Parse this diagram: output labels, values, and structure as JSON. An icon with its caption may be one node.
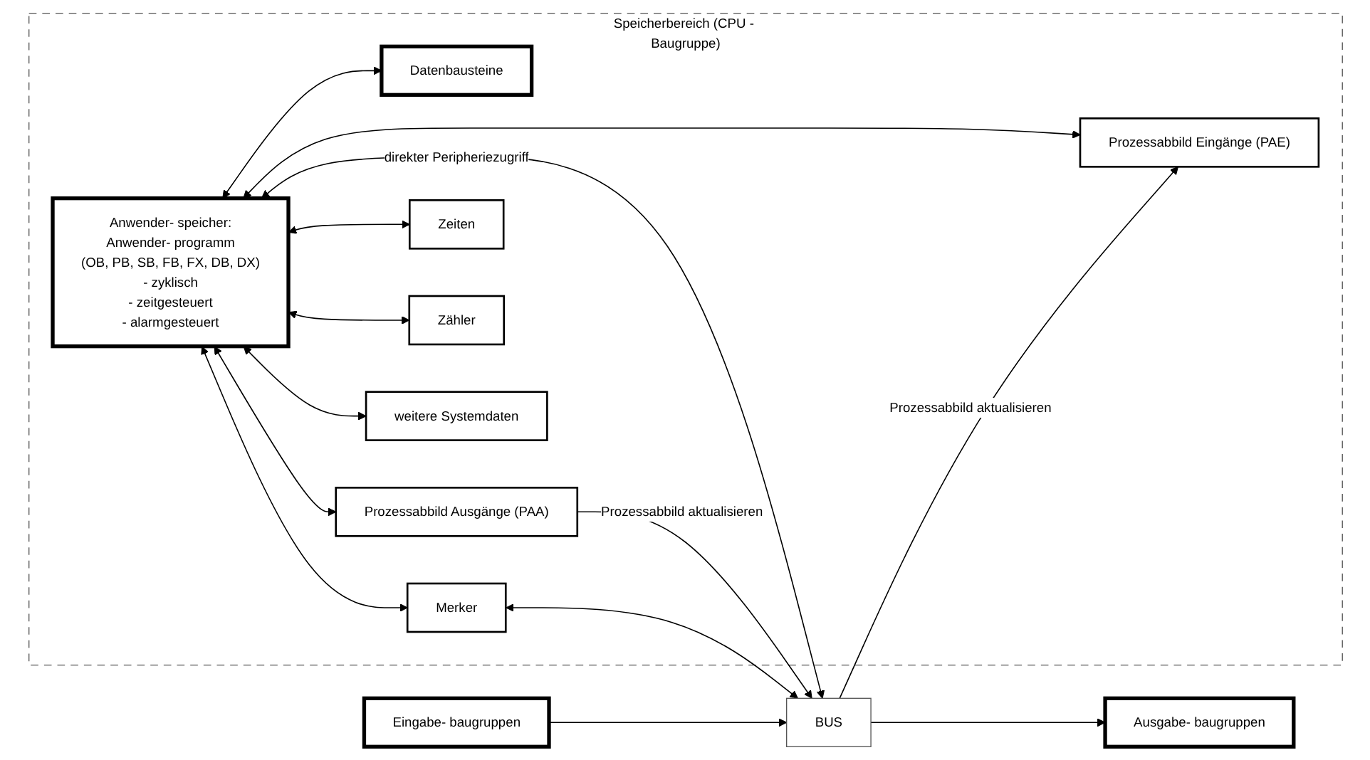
{
  "diagram": {
    "nodes": [
      {
        "text": [
          "Speicherbereich (CPU - Baugruppe)"
        ]
      },
      {
        "text": [
          "Anwender- speicher:",
          "Anwender- programm",
          "(OB, PB, SB, FB, FX, DB, DX)",
          "- zyklisch",
          "- zeitgesteuert",
          "- alarmgesteuert"
        ],
        "in": 0
      },
      {
        "text": [
          "Datenbausteine"
        ],
        "in": 0
      },
      {
        "text": [
          "Prozessabbild Eingänge (PAE)"
        ],
        "in": 0
      },
      {
        "text": [
          "Prozessabbild Ausgänge (PAA)"
        ],
        "in": 0
      },
      {
        "text": [
          "Merker"
        ],
        "in": 0
      },
      {
        "text": [
          "Zeiten"
        ],
        "in": 0
      },
      {
        "text": [
          "Zähler"
        ],
        "in": 0
      },
      {
        "text": [
          "weitere Systemdaten"
        ],
        "in": 0
      },
      {
        "text": [
          "BUS"
        ]
      },
      {
        "text": [
          "Eingabe- baugruppen"
        ]
      },
      {
        "text": [
          "Ausgabe- baugruppen"
        ]
      }
    ],
    "edges": [
      {
        "from": 1,
        "to": 9,
        "arrow": "both",
        "label": "direkter Peripheriezugriff"
      },
      {
        "from": 1,
        "to": 3,
        "arrow": "both"
      },
      {
        "from": 9,
        "to": 3,
        "arrow": "to",
        "label": "Prozessabbild aktualisieren"
      },
      {
        "from": 1,
        "to": 4,
        "arrow": "both"
      },
      {
        "from": 4,
        "to": 9,
        "arrow": "to",
        "label": "Prozessabbild aktualisieren"
      },
      {
        "from": 1,
        "to": 5,
        "arrow": "both"
      },
      {
        "from": 5,
        "to": 9,
        "arrow": "both"
      },
      {
        "from": 1,
        "to": 6,
        "arrow": "both"
      },
      {
        "from": 1,
        "to": 7,
        "arrow": "both"
      },
      {
        "from": 1,
        "to": 8,
        "arrow": "both"
      },
      {
        "from": 1,
        "to": 2,
        "arrow": "both"
      },
      {
        "from": 10,
        "to": 9,
        "arrow": "to"
      },
      {
        "from": 9,
        "to": 11,
        "arrow": "to"
      }
    ]
  }
}
